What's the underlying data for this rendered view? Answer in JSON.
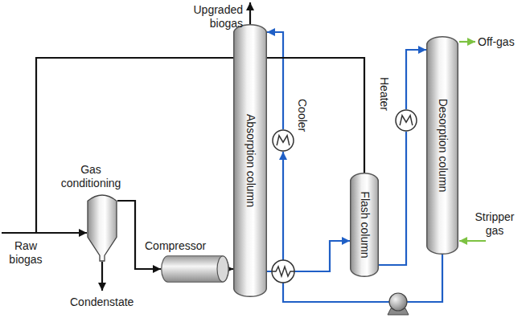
{
  "diagram": {
    "nodes": [
      {
        "text": [
          "Gas conditioning"
        ]
      },
      {
        "text": [
          "Compressor"
        ]
      },
      {
        "text": [
          "Absorption column"
        ]
      },
      {
        "text": [
          "Cooler"
        ]
      },
      {
        "text": [
          "Flash column"
        ]
      },
      {
        "text": [
          "Heater"
        ]
      },
      {
        "text": [
          "Desorption column"
        ]
      }
    ],
    "edges": [
      {
        "from": 0,
        "to": 1,
        "arrow": "to"
      },
      {
        "from": 1,
        "to": 2,
        "arrow": "to"
      },
      {
        "from": 2,
        "to": 4,
        "arrow": "to"
      },
      {
        "from": 4,
        "to": 5,
        "arrow": "none"
      },
      {
        "from": 5,
        "to": 6,
        "arrow": "to"
      },
      {
        "from": 6,
        "to": 3,
        "arrow": "to"
      },
      {
        "from": 3,
        "to": 2,
        "arrow": "to"
      },
      {
        "from": 4,
        "to": 0,
        "arrow": "to"
      }
    ],
    "labels": [
      "Raw biogas",
      "Condenstate",
      "Upgraded biogas",
      "Off-gas",
      "Stripper gas"
    ]
  }
}
